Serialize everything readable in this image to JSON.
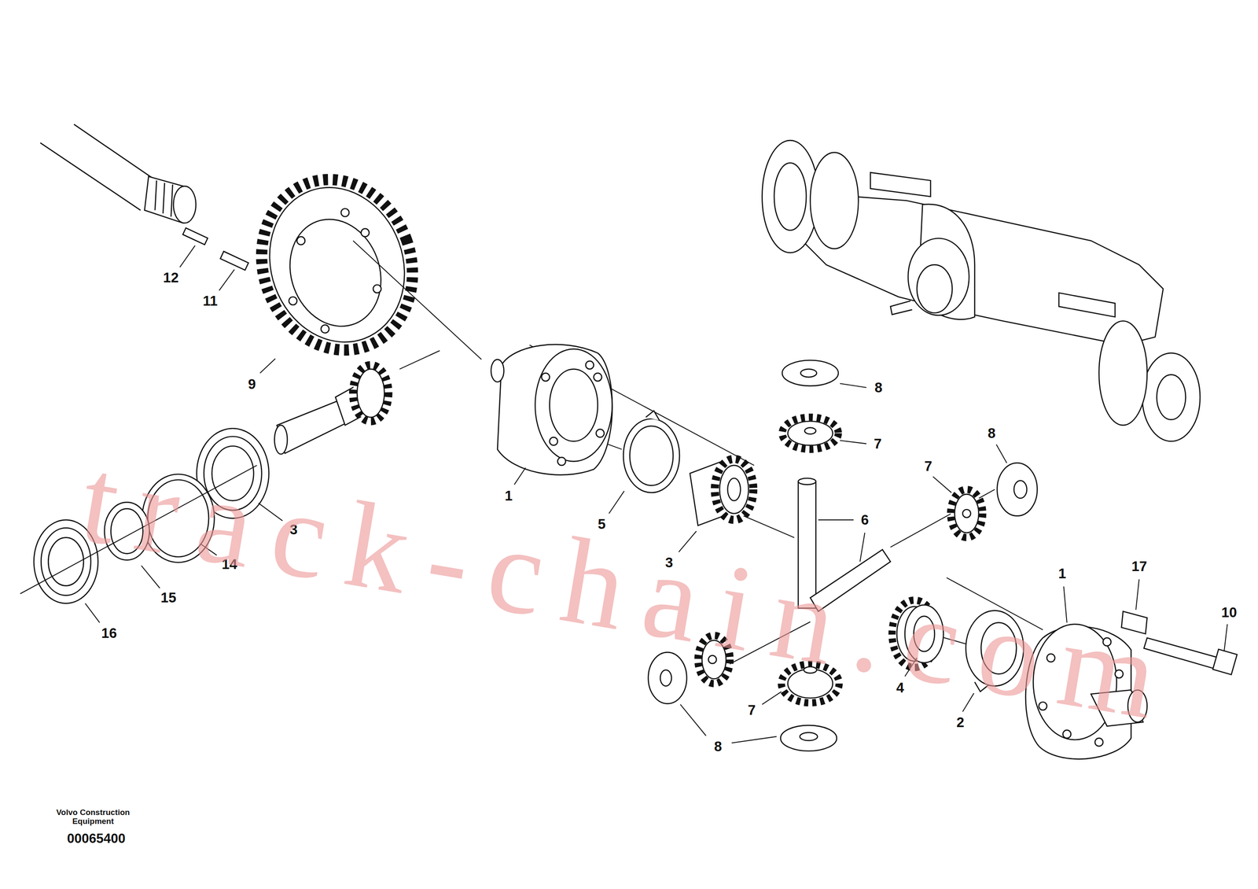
{
  "diagram": {
    "labels": [
      "12",
      "11",
      "9",
      "3",
      "1",
      "5",
      "3",
      "14",
      "15",
      "16",
      "8",
      "7",
      "8",
      "7",
      "6",
      "1",
      "17",
      "10",
      "7",
      "4",
      "2",
      "8",
      "Volvo Construction Equipment",
      "00065400",
      "track-chain.com"
    ]
  }
}
